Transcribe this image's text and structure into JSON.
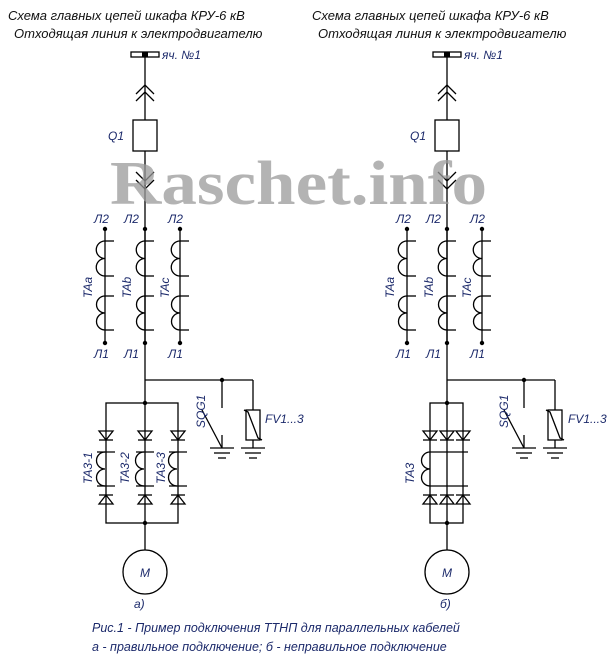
{
  "left": {
    "title_line1": "Схема главных цепей шкафа КРУ-6 кВ",
    "title_line2": "Отходящая линия к электродвигателю",
    "cell_label": "яч. №1",
    "breaker": "Q1",
    "ct_labels": [
      "TAa",
      "TAb",
      "TAc"
    ],
    "terminal_top": "Л2",
    "terminal_bottom": "Л1",
    "earth_switch": "SQG1",
    "surge_arrester": "FV1...3",
    "zsct_labels": [
      "TA3-1",
      "TA3-2",
      "TA3-3"
    ],
    "motor": "M",
    "variant": "а)"
  },
  "right": {
    "title_line1": "Схема главных цепей шкафа КРУ-6 кВ",
    "title_line2": "Отходящая линия к электродвигателю",
    "cell_label": "яч. №1",
    "breaker": "Q1",
    "ct_labels": [
      "TAa",
      "TAb",
      "TAc"
    ],
    "terminal_top": "Л2",
    "terminal_bottom": "Л1",
    "earth_switch": "SQG1",
    "surge_arrester": "FV1...3",
    "zsct_label": "TA3",
    "motor": "M",
    "variant": "б)"
  },
  "watermark": "Raschet.info",
  "caption_line1": "Рис.1 - Пример подключения ТТНП для параллельных кабелей",
  "caption_line2": "а - правильное подключение; б - неправильное подключение"
}
